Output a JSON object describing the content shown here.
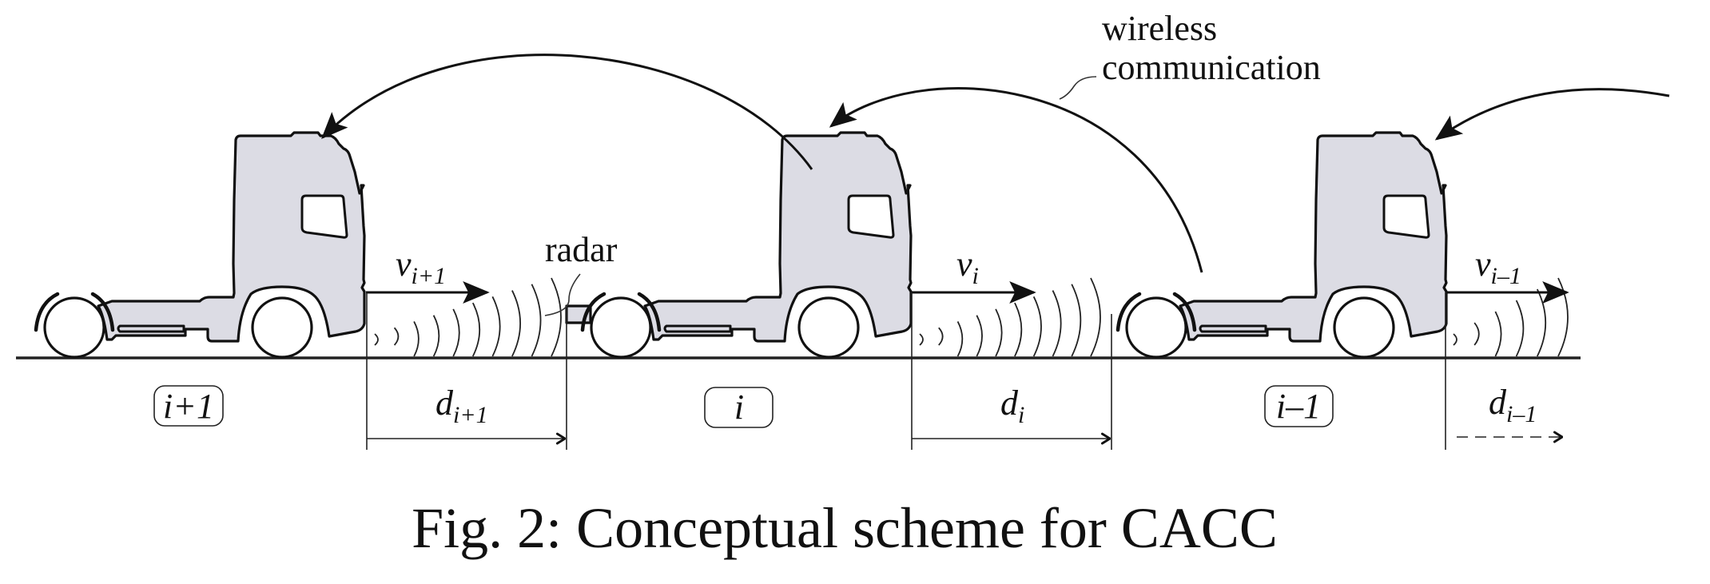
{
  "figure": {
    "caption": "Fig. 2: Conceptual scheme for CACC",
    "colors": {
      "truck_fill": "#dcdce4",
      "stroke": "#111111",
      "background": "#ffffff"
    }
  },
  "annotations": {
    "wireless_line1": "wireless",
    "wireless_line2": "communication",
    "radar": "radar"
  },
  "vehicles": [
    {
      "id": "i+1",
      "label": "i+1",
      "velocity": {
        "symbol": "v",
        "subscript": "i+1"
      },
      "gap": {
        "symbol": "d",
        "subscript": "i+1",
        "style": "solid"
      }
    },
    {
      "id": "i",
      "label": "i",
      "velocity": {
        "symbol": "v",
        "subscript": "i"
      },
      "gap": {
        "symbol": "d",
        "subscript": "i",
        "style": "solid"
      }
    },
    {
      "id": "i-1",
      "label": "i–1",
      "velocity": {
        "symbol": "v",
        "subscript": "i–1"
      },
      "gap": {
        "symbol": "d",
        "subscript": "i–1",
        "style": "dashed"
      }
    }
  ],
  "links": [
    {
      "from": "i",
      "to": "i+1",
      "type": "wireless"
    },
    {
      "from": "i-1",
      "to": "i",
      "type": "wireless"
    },
    {
      "from": "offscreen-preceding",
      "to": "i-1",
      "type": "wireless"
    }
  ]
}
